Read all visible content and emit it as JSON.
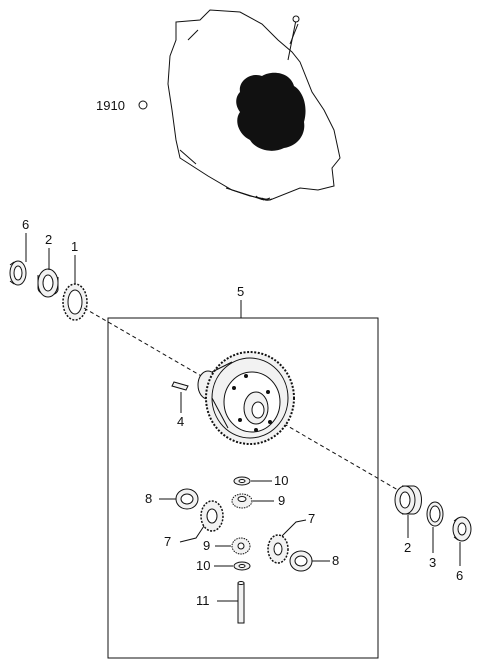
{
  "callouts": {
    "c1910": "1910",
    "c1": "1",
    "c2_left": "2",
    "c2_right": "2",
    "c3": "3",
    "c4": "4",
    "c5": "5",
    "c6_left": "6",
    "c6_right": "6",
    "c7_left": "7",
    "c7_right": "7",
    "c8_left": "8",
    "c8_right": "8",
    "c9_upper": "9",
    "c9_lower": "9",
    "c10_upper": "10",
    "c10_lower": "10",
    "c11": "11"
  },
  "colors": {
    "ink": "#111111",
    "paper": "#ffffff",
    "part_fill": "#f2f2f2"
  }
}
